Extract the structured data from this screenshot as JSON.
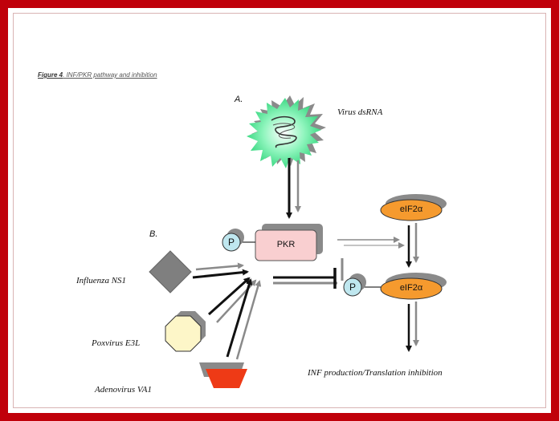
{
  "caption": {
    "figure": "Figure 4",
    "title": ". INF/PKR pathway and inhibition"
  },
  "labels": {
    "section_a": "A.",
    "section_b": "B.",
    "virus": "Virus dsRNA",
    "pkr": "PKR",
    "phospho": "P",
    "eif2a": "eIF2α",
    "influenza": "Influenza NS1",
    "poxvirus": "Poxvirus E3L",
    "adenovirus": "Adenovirus VA1",
    "outcome": "INF production/Translation inhibition"
  },
  "colors": {
    "frame": "#c0000a",
    "virus_burst": "#5fe89a",
    "pkr_fill": "#f9cfd0",
    "eif2a_fill": "#f59a2e",
    "phospho_fill": "#bfe7ef",
    "octagon_fill": "#fdf6c8",
    "va1_fill": "#ee3a16",
    "shadow": "#8a8a8a"
  }
}
